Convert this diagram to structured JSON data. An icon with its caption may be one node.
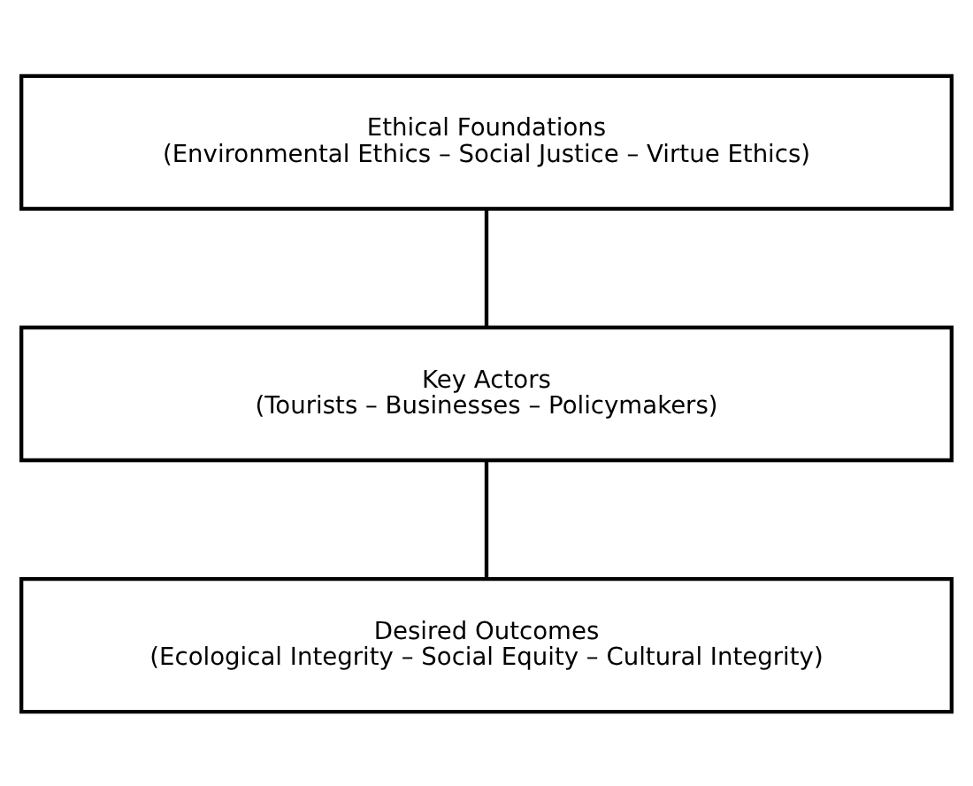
{
  "diagram": {
    "nodes": [
      {
        "text": [
          "Ethical Foundations",
          "(Environmental Ethics – Social Justice – Virtue Ethics)"
        ]
      },
      {
        "text": [
          "Key Actors",
          "(Tourists – Businesses – Policymakers)"
        ]
      },
      {
        "text": [
          "Desired Outcomes",
          "(Ecological Integrity – Social Equity – Cultural Integrity)"
        ]
      }
    ],
    "edges": [
      {
        "from": 0,
        "to": 1,
        "arrow": "none"
      },
      {
        "from": 1,
        "to": 2,
        "arrow": "none"
      }
    ]
  }
}
